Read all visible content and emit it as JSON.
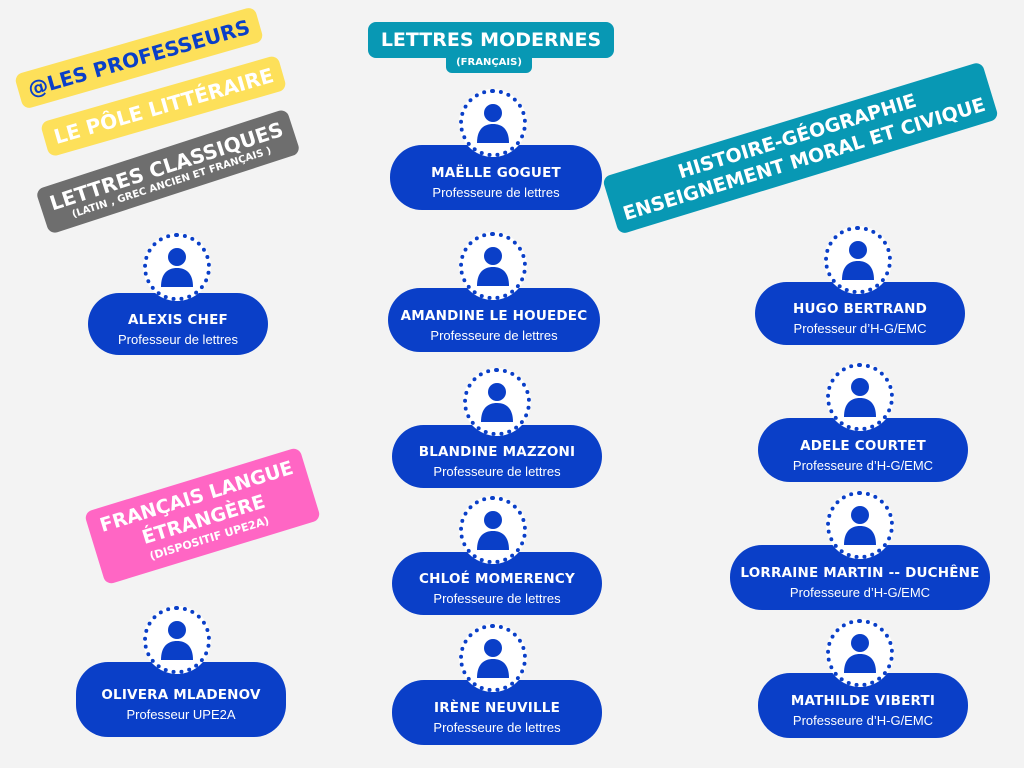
{
  "headers": {
    "les_professeurs": "@LES PROFESSEURS",
    "pole": "LE PÔLE LITTÉRAIRE",
    "classiques_title": "LETTRES CLASSIQUES",
    "classiques_sub": "(LATIN , GREC ANCIEN ET FRANÇAIS )",
    "modernes_title": "LETTRES MODERNES",
    "modernes_sub": "(FRANÇAIS)",
    "hg_line1": "HISTOIRE-GÉOGRAPHIE",
    "hg_line2": "ENSEIGNEMENT MORAL ET CIVIQUE",
    "fle_line1": "FRANÇAIS LANGUE",
    "fle_line2": "ÉTRANGÈRE",
    "fle_sub": "(DISPOSITIF UPE2A)"
  },
  "colors": {
    "blue": "#0a3fc8",
    "yellow": "#fde05a",
    "grey": "#6e6e6e",
    "teal": "#0898b4",
    "pink": "#ff66c4"
  },
  "teachers": [
    {
      "name": "ALEXIS CHEF",
      "role": "Professeur de lettres"
    },
    {
      "name": "MAËLLE GOGUET",
      "role": "Professeure de lettres"
    },
    {
      "name": "AMANDINE LE HOUEDEC",
      "role": "Professeure de lettres"
    },
    {
      "name": "BLANDINE MAZZONI",
      "role": "Professeure de lettres"
    },
    {
      "name": "CHLOÉ MOMERENCY",
      "role": "Professeure de lettres"
    },
    {
      "name": "IRÈNE NEUVILLE",
      "role": "Professeure de lettres"
    },
    {
      "name": "OLIVERA  MLADENOV",
      "role": "Professeur UPE2A"
    },
    {
      "name": "HUGO BERTRAND",
      "role": "Professeur d’H-G/EMC"
    },
    {
      "name": "ADELE COURTET",
      "role": "Professeure d’H-G/EMC"
    },
    {
      "name": "LORRAINE MARTIN -- DUCHÊNE",
      "role": "Professeure d’H-G/EMC"
    },
    {
      "name": "MATHILDE VIBERTI",
      "role": "Professeure d’H-G/EMC"
    }
  ]
}
